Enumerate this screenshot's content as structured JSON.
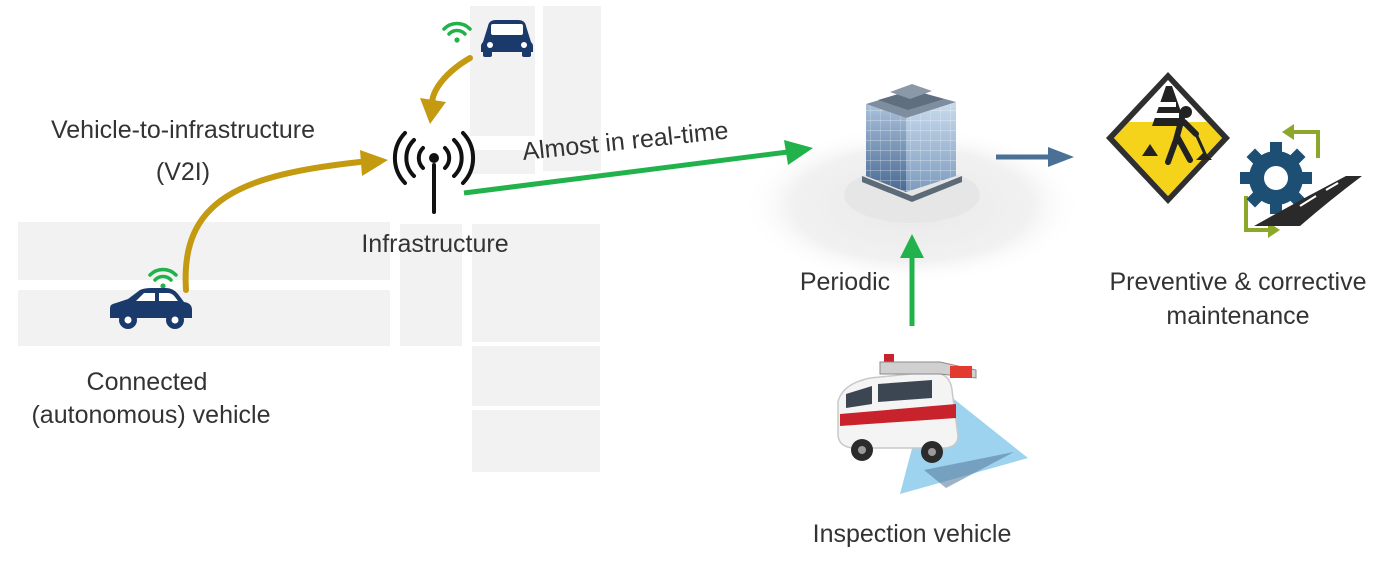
{
  "labels": {
    "v2i_title": "Vehicle-to-infrastructure",
    "v2i_abbr": "(V2I)",
    "infrastructure": "Infrastructure",
    "almost_real_time": "Almost in real-time",
    "periodic": "Periodic",
    "connected_line1": "Connected",
    "connected_line2": "(autonomous) vehicle",
    "inspection": "Inspection vehicle",
    "maintenance_line1": "Preventive & corrective",
    "maintenance_line2": "maintenance"
  },
  "colors": {
    "v2i_arrow": "#C49A10",
    "data_arrow": "#22B24C",
    "maintenance_arrow": "#4A7096",
    "car": "#1A3A6B",
    "wifi": "#22B24C",
    "map_block": "#F2F2F2",
    "sign_yellow": "#F5D31A",
    "gear_blue": "#1D4E74",
    "cycle_green": "#8BA82A"
  },
  "icons": [
    "wifi-icon",
    "car-icon",
    "antenna-icon",
    "building-icon",
    "roadwork-sign-icon",
    "gear-road-icon",
    "inspection-van-icon"
  ]
}
